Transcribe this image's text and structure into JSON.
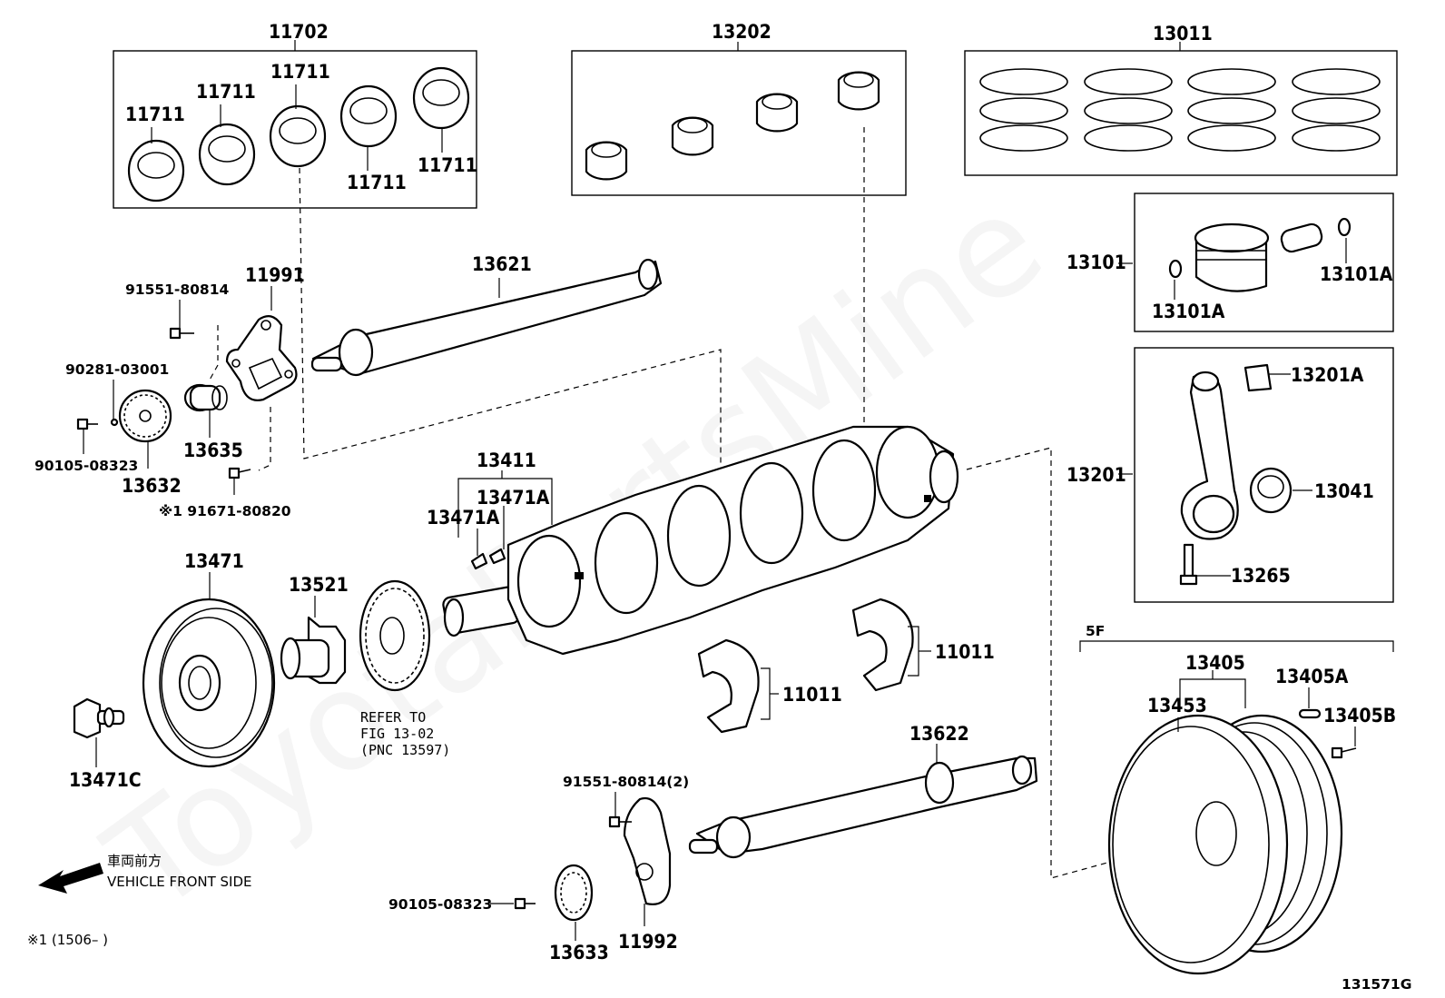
{
  "figure_id": "131571G",
  "watermark": "ToyotaPartsMine",
  "direction_note": {
    "jp": "車両前方",
    "en": "VEHICLE FRONT SIDE"
  },
  "footnote": "※1 (1506–      )",
  "refer_note": [
    "REFER TO",
    "FIG 13-02",
    "(PNC 13597)"
  ],
  "labels": {
    "p11702": "11702",
    "p11711_a": "11711",
    "p11711_b": "11711",
    "p11711_c": "11711",
    "p11711_d": "11711",
    "p11711_e": "11711",
    "p13202": "13202",
    "p13011": "13011",
    "p13101": "13101",
    "p13101A_a": "13101A",
    "p13101A_b": "13101A",
    "p13201A": "13201A",
    "p13201": "13201",
    "p13041": "13041",
    "p13265": "13265",
    "p13621": "13621",
    "p91551": "91551-80814",
    "p11991": "11991",
    "p90281": "90281-03001",
    "p90105_a": "90105-08323",
    "p13635": "13635",
    "p13632": "13632",
    "p91671": "※1 91671-80820",
    "p13411": "13411",
    "p13471A_a": "13471A",
    "p13471A_b": "13471A",
    "p13471": "13471",
    "p13521": "13521",
    "p13471C": "13471C",
    "p11011_a": "11011",
    "p11011_b": "11011",
    "p5F": "5F",
    "p13405": "13405",
    "p13405A": "13405A",
    "p13453": "13453",
    "p13405B": "13405B",
    "p13622": "13622",
    "p91551_2": "91551-80814(2)",
    "p90105_b": "90105-08323",
    "p13633": "13633",
    "p11992": "11992"
  }
}
